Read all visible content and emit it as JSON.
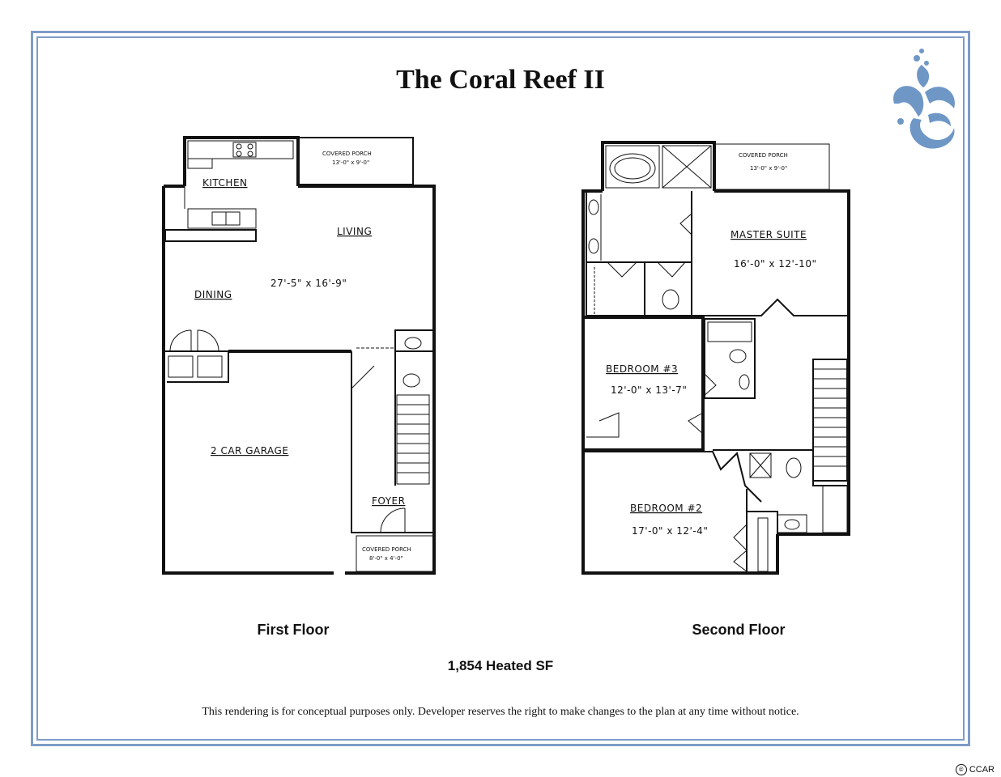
{
  "title": "The Coral Reef II",
  "first_floor": {
    "label": "First Floor",
    "rooms": {
      "kitchen": "KITCHEN",
      "living": "LIVING",
      "living_dims": "27'-5\" x 16'-9\"",
      "dining": "DINING",
      "garage": "2 CAR GARAGE",
      "foyer": "FOYER",
      "porch_back": "COVERED PORCH",
      "porch_back_dims": "13'-0\" x 9'-0\"",
      "porch_front": "COVERED PORCH",
      "porch_front_dims": "8'-0\" x 4'-0\""
    }
  },
  "second_floor": {
    "label": "Second Floor",
    "rooms": {
      "master": "MASTER SUITE",
      "master_dims": "16'-0\" x 12'-10\"",
      "bed3": "BEDROOM #3",
      "bed3_dims": "12'-0\" x 13'-7\"",
      "bed2": "BEDROOM #2",
      "bed2_dims": "17'-0\" x 12'-4\"",
      "porch": "COVERED PORCH",
      "porch_dims": "13'-0\" x 9'-0\""
    }
  },
  "heated_sf": "1,854 Heated SF",
  "disclaimer": "This rendering is for conceptual purposes only.  Developer reserves the right to make changes to the plan at any time without notice.",
  "copyright": "CCAR",
  "logo_color": "#6f97c6",
  "frame_color": "#7e9cc8"
}
